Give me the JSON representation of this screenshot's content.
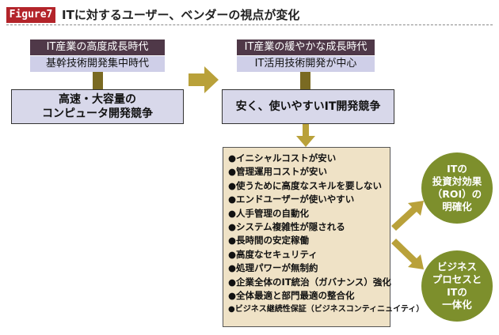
{
  "figure": {
    "label": "Figure7",
    "title": "ITに対するユーザー、ベンダーの視点が変化"
  },
  "left_column": {
    "era_title": "IT産業の高度成長時代",
    "era_subtitle": "基幹技術開発集中時代",
    "competition_line1": "高速・大容量の",
    "competition_line2": "コンピュータ開発競争"
  },
  "right_column": {
    "era_title": "IT産業の緩やかな成長時代",
    "era_subtitle": "IT活用技術開発が中心",
    "competition": "安く、使いやすいIT開発競争"
  },
  "benefits": [
    "●イニシャルコストが安い",
    "●管理運用コストが安い",
    "●使うために高度なスキルを要しない",
    "●エンドユーザーが使いやすい",
    "●人手管理の自動化",
    "●システム複雑性が隠される",
    "●長時間の安定稼働",
    "●高度なセキュリティ",
    "●処理パワーが無制約",
    "●企業全体のIT統治（ガバナンス）強化",
    "●全体最適と部門最適の整合化",
    "●ビジネス継続性保証（ビジネスコンティニュイティ）"
  ],
  "outcomes": {
    "roi": [
      "ITの",
      "投資対効果",
      "（ROI）の",
      "明確化"
    ],
    "integration": [
      "ビジネス",
      "プロセスと",
      "ITの",
      "一体化"
    ]
  },
  "colors": {
    "figure_label": "#b3242a",
    "era_dark": "#4f3848",
    "era_light": "#cfcfe8",
    "box_fill": "#d8d8ea",
    "list_fill": "#efe2c6",
    "accent_olive": "#7d8f2c",
    "arrow": "#b9a13a"
  }
}
